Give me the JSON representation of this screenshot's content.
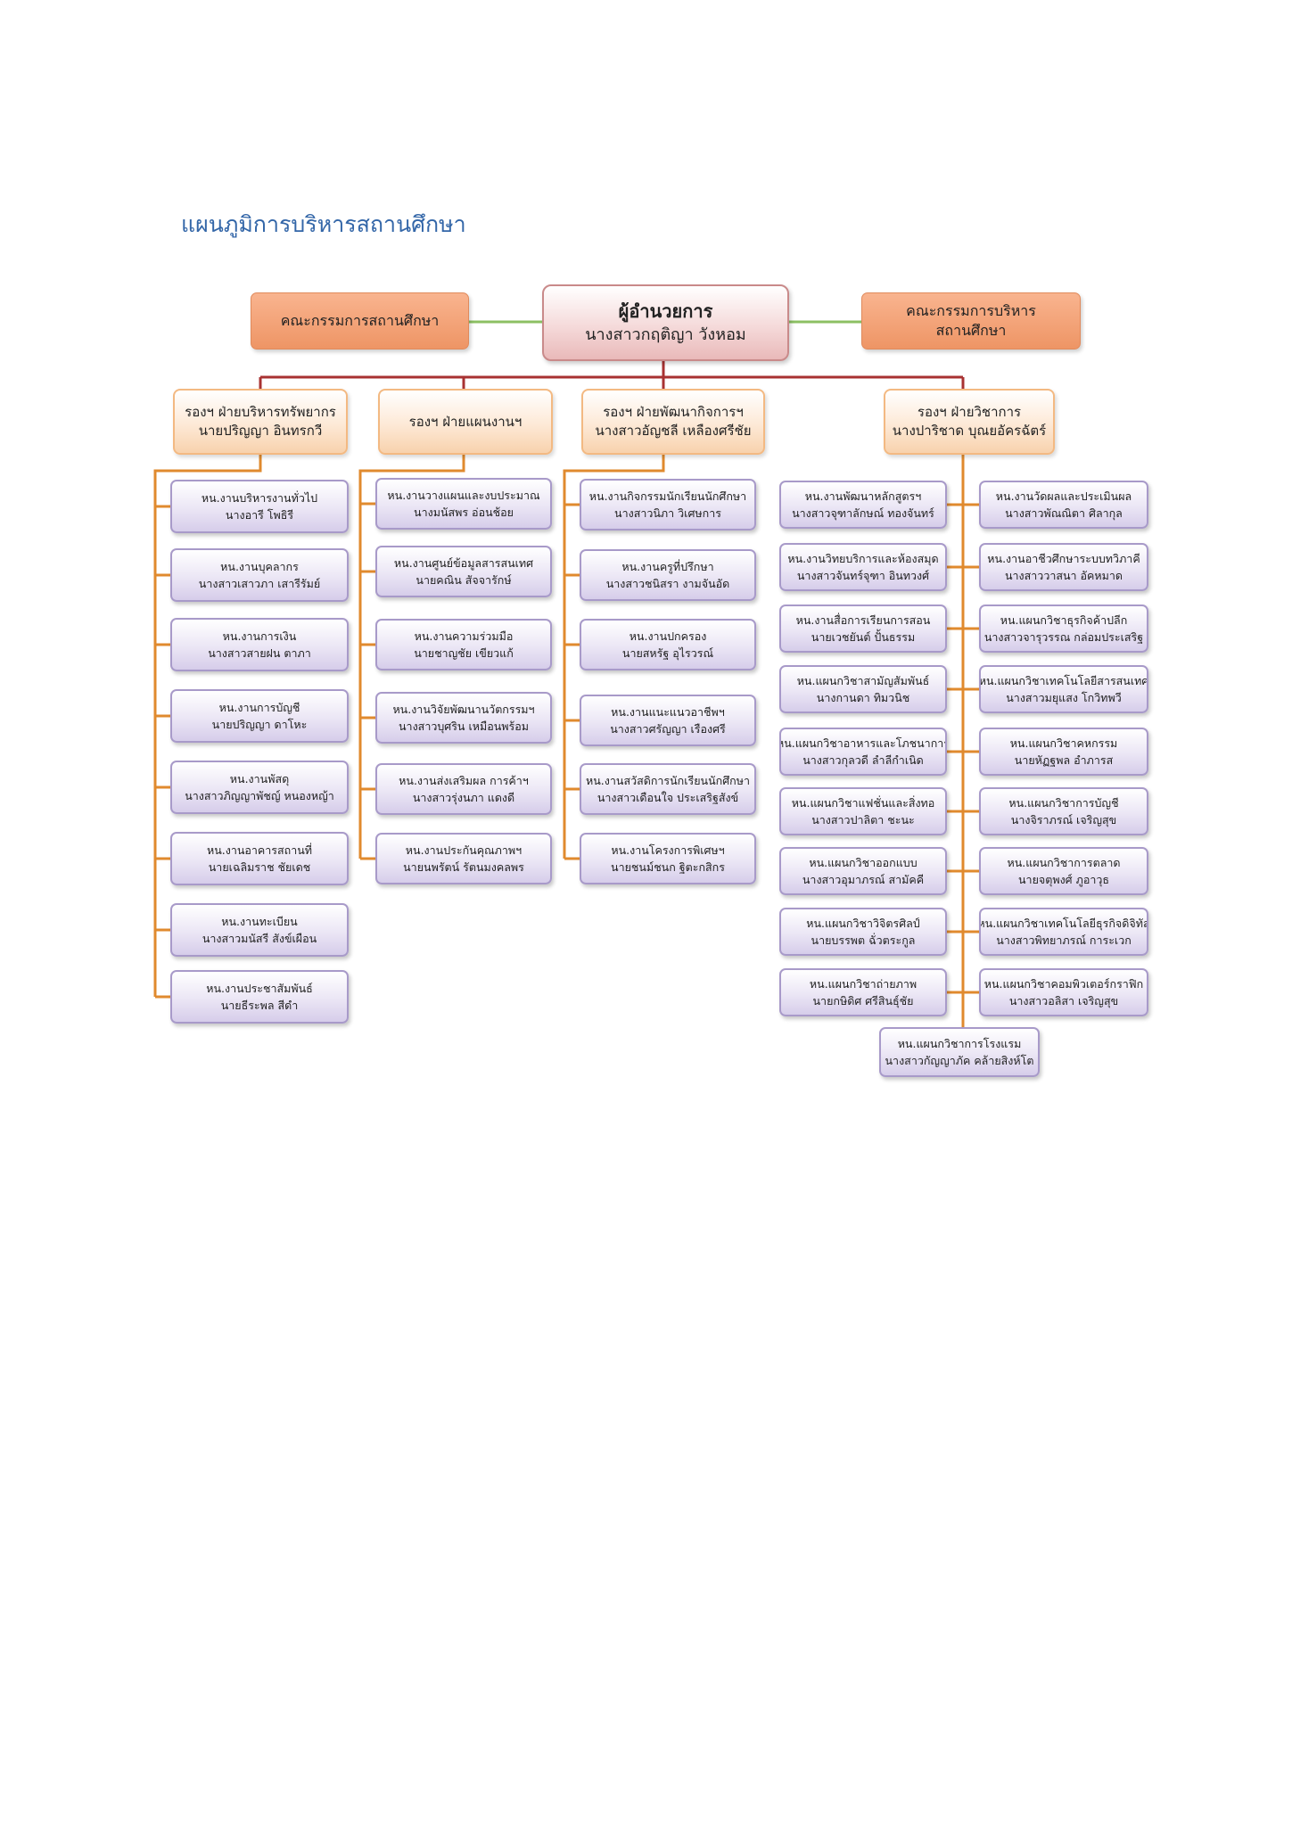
{
  "title": "แผนภูมิการบริหารสถานศึกษา",
  "colors": {
    "accent_line": "#e08a2e",
    "top_line": "#a83232",
    "side_line": "#8cc063",
    "title": "#3366a8"
  },
  "top": {
    "left_committee": "คณะกรรมการสถานศึกษา",
    "director_role": "ผู้อำนวยการ",
    "director_name": "นางสาวกฤติญา  วังหอม",
    "right_committee_line1": "คณะกรรมการบริหาร",
    "right_committee_line2": "สถานศึกษา"
  },
  "vps": [
    {
      "role": "รองฯ ฝ่ายบริหารทรัพยากร",
      "name": "นายปริญญา  อินทรกวี"
    },
    {
      "role": "รองฯ ฝ่ายแผนงานฯ",
      "name": ""
    },
    {
      "role": "รองฯ ฝ่ายพัฒนากิจการฯ",
      "name": "นางสาวอัญชลี  เหลืองศรีชัย"
    },
    {
      "role": "รองฯ ฝ่ายวิชาการ",
      "name": "นางปาริชาด บุณยอัครฉัตร์"
    }
  ],
  "col1": [
    {
      "title": "หน.งานบริหารงานทั่วไป",
      "name": "นางอารี  โพธิรี"
    },
    {
      "title": "หน.งานบุคลากร",
      "name": "นางสาวเสาวภา เสารีรัมย์"
    },
    {
      "title": "หน.งานการเงิน",
      "name": "นางสาวสายฝน  ตาภา"
    },
    {
      "title": "หน.งานการบัญชี",
      "name": "นายปริญญา  ดาโหะ"
    },
    {
      "title": "หน.งานพัสดุ",
      "name": "นางสาวภิญญาพัชญ์  หนองหญ้า"
    },
    {
      "title": "หน.งานอาคารสถานที่",
      "name": "นายเฉลิมราช  ชัยเดช"
    },
    {
      "title": "หน.งานทะเบียน",
      "name": "นางสาวมนัสรี สังข์เผือน"
    },
    {
      "title": "หน.งานประชาสัมพันธ์",
      "name": "นายธีระพล  สีดำ"
    }
  ],
  "col2": [
    {
      "title": "หน.งานวางแผนและงบประมาณ",
      "name": "นางมนัสพร อ่อนช้อย"
    },
    {
      "title": "หน.งานศูนย์ข้อมูลสารสนเทศ",
      "name": "นายคณิน  สัจจารักษ์"
    },
    {
      "title": "หน.งานความร่วมมือ",
      "name": "นายชาญชัย  เขียวแก้"
    },
    {
      "title": "หน.งานวิจัยพัฒนานวัตกรรมฯ",
      "name": "นางสาวบุศริน  เหมือนพร้อม"
    },
    {
      "title": "หน.งานส่งเสริมผล การค้าฯ",
      "name": "นางสาวรุ่งนภา  แดงดี"
    },
    {
      "title": "หน.งานประกันคุณภาพฯ",
      "name": "นายนพรัตน์  รัตนมงคลพร"
    }
  ],
  "col3": [
    {
      "title": "หน.งานกิจกรรมนักเรียนนักศึกษา",
      "name": "นางสาวนิภา  วิเศษการ"
    },
    {
      "title": "หน.งานครูที่ปรึกษา",
      "name": "นางสาวชนิสรา  งามจันอัด"
    },
    {
      "title": "หน.งานปกครอง",
      "name": "นายสหรัฐ  อุไรวรณ์"
    },
    {
      "title": "หน.งานแนะแนวอาชีพฯ",
      "name": "นางสาวศรัญญา  เรืองศรี"
    },
    {
      "title": "หน.งานสวัสดิการนักเรียนนักศึกษา",
      "name": "นางสาวเดือนใจ ประเสริฐสังข์"
    },
    {
      "title": "หน.งานโครงการพิเศษฯ",
      "name": "นายชนม์ชนก  ฐิตะกสิกร"
    }
  ],
  "col4": [
    {
      "title": "หน.งานพัฒนาหลักสูตรฯ",
      "name": "นางสาวจุฑาลักษณ์  ทองจันทร์"
    },
    {
      "title": "หน.งานวิทยบริการและห้องสมุด",
      "name": "นางสาวจันทร์จุฑา  อินทวงศ์"
    },
    {
      "title": "หน.งานสื่อการเรียนการสอน",
      "name": "นายเวชยันต์  ปั้นธรรม"
    },
    {
      "title": "หน.แผนกวิชาสามัญสัมพันธ์",
      "name": "นางกานดา  ทิมวนิช"
    },
    {
      "title": "หน.แผนกวิชาอาหารและโภชนาการ",
      "name": "นางสาวกุลวดี  ลำลีกำเนิด"
    },
    {
      "title": "หน.แผนกวิชาแฟชั่นและสิ่งทอ",
      "name": "นางสาวปาลิตา  ชะนะ"
    },
    {
      "title": "หน.แผนกวิชาออกแบบ",
      "name": "นางสาวอุมาภรณ์  สามัคคี"
    },
    {
      "title": "หน.แผนกวิชาวิจิตรศิลป์",
      "name": "นายบรรพต  ฉั่วตระกูล"
    },
    {
      "title": "หน.แผนกวิชาถ่ายภาพ",
      "name": "นายกษิดิศ  ศรีสินธุ์ชัย"
    }
  ],
  "col5": [
    {
      "title": "หน.งานวัดผลและประเมินผล",
      "name": "นางสาวพัณณิตา  ศิลากุล"
    },
    {
      "title": "หน.งานอาชีวศึกษาระบบทวิภาคี",
      "name": "นางสาววาสนา  อัคหมาด"
    },
    {
      "title": "หน.แผนกวิชาธุรกิจค้าปลีก",
      "name": "นางสาวจารุวรรณ  กล่อมประเสริฐ"
    },
    {
      "title": "หน.แผนกวิชาเทคโนโลยีสารสนเทศ",
      "name": "นางสาวมยุแสง  โกวิทพวี"
    },
    {
      "title": "หน.แผนกวิชาคหกรรม",
      "name": "นายหัฏฐพล  อำภารส"
    },
    {
      "title": "หน.แผนกวิชาการบัญชี",
      "name": "นางจิราภรณ์  เจริญสุข"
    },
    {
      "title": "หน.แผนกวิชาการตลาด",
      "name": "นายจตุพงศ์  ภูอาวุธ"
    },
    {
      "title": "หน.แผนกวิชาเทคโนโลยีธุรกิจดิจิทัล",
      "name": "นางสาวพิทยาภรณ์  การะเวก"
    },
    {
      "title": "หน.แผนกวิชาคอมพิวเตอร์กราฟิก",
      "name": "นางสาวอลิสา  เจริญสุข"
    }
  ],
  "last_unit": {
    "title": "หน.แผนกวิชาการโรงแรม",
    "name": "นางสาวกัญญาภัค  คล้ายสิงห์โต"
  }
}
